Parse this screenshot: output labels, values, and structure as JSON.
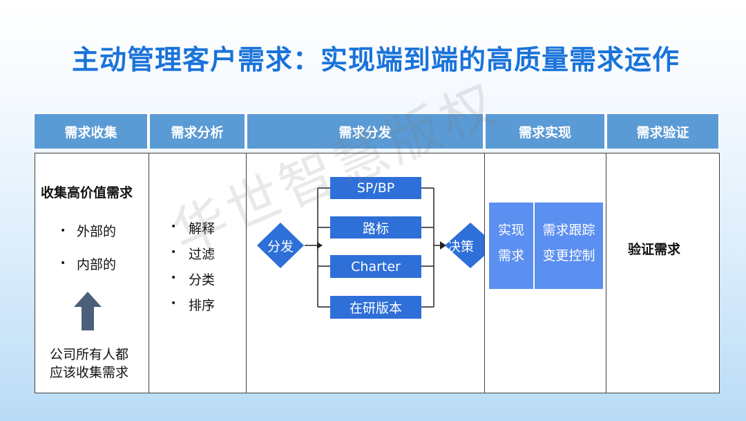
{
  "title": "主动管理客户需求：实现端到端的高质量需求运作",
  "watermark": "华世智慧版权",
  "header": [
    "需求收集",
    "需求分析",
    "需求分发",
    "需求实现",
    "需求验证"
  ],
  "collect": {
    "heading": "收集高价值需求",
    "items": [
      "外部的",
      "内部的"
    ],
    "footer_line1": "公司所有人都",
    "footer_line2": "应该收集需求"
  },
  "analysis": {
    "items": [
      "解释",
      "过滤",
      "分类",
      "排序"
    ]
  },
  "distribute": {
    "start": "分发",
    "channels": [
      "SP/BP",
      "路标",
      "Charter",
      "在研版本"
    ],
    "end": "决策"
  },
  "implement": {
    "left_line1": "实现",
    "left_line2": "需求",
    "right_line1": "需求跟踪",
    "right_line2": "变更控制"
  },
  "verify": {
    "label": "验证需求"
  },
  "colors": {
    "title": "#1a73d9",
    "header_bg": "#5b9bd5",
    "channel_box": "#2e6fd8",
    "diamond": "#2e6fd8",
    "impl_box": "#5b8ff0",
    "arrow_up": "#4b5e7a"
  }
}
